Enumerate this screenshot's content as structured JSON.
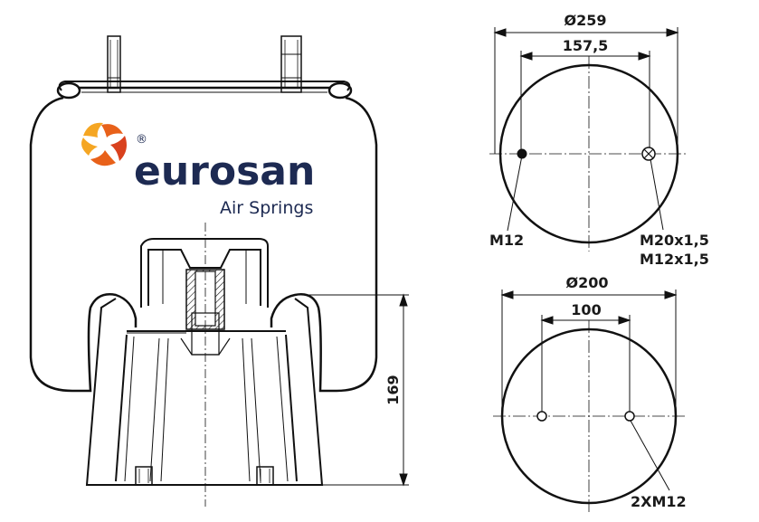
{
  "brand": {
    "name": "eurosan",
    "tagline": "Air Springs",
    "registered_mark": "®",
    "accent_color": "#e8611a",
    "text_color": "#1d2a52"
  },
  "top_view": {
    "outer_diameter": "Ø259",
    "bolt_spacing": "157,5",
    "left_hole_label": "M12",
    "right_hole_label_1": "M20x1,5",
    "right_hole_label_2": "M12x1,5"
  },
  "bottom_view": {
    "outer_diameter": "Ø200",
    "bolt_spacing": "100",
    "hole_label": "2XM12"
  },
  "side_view": {
    "height": "169"
  }
}
